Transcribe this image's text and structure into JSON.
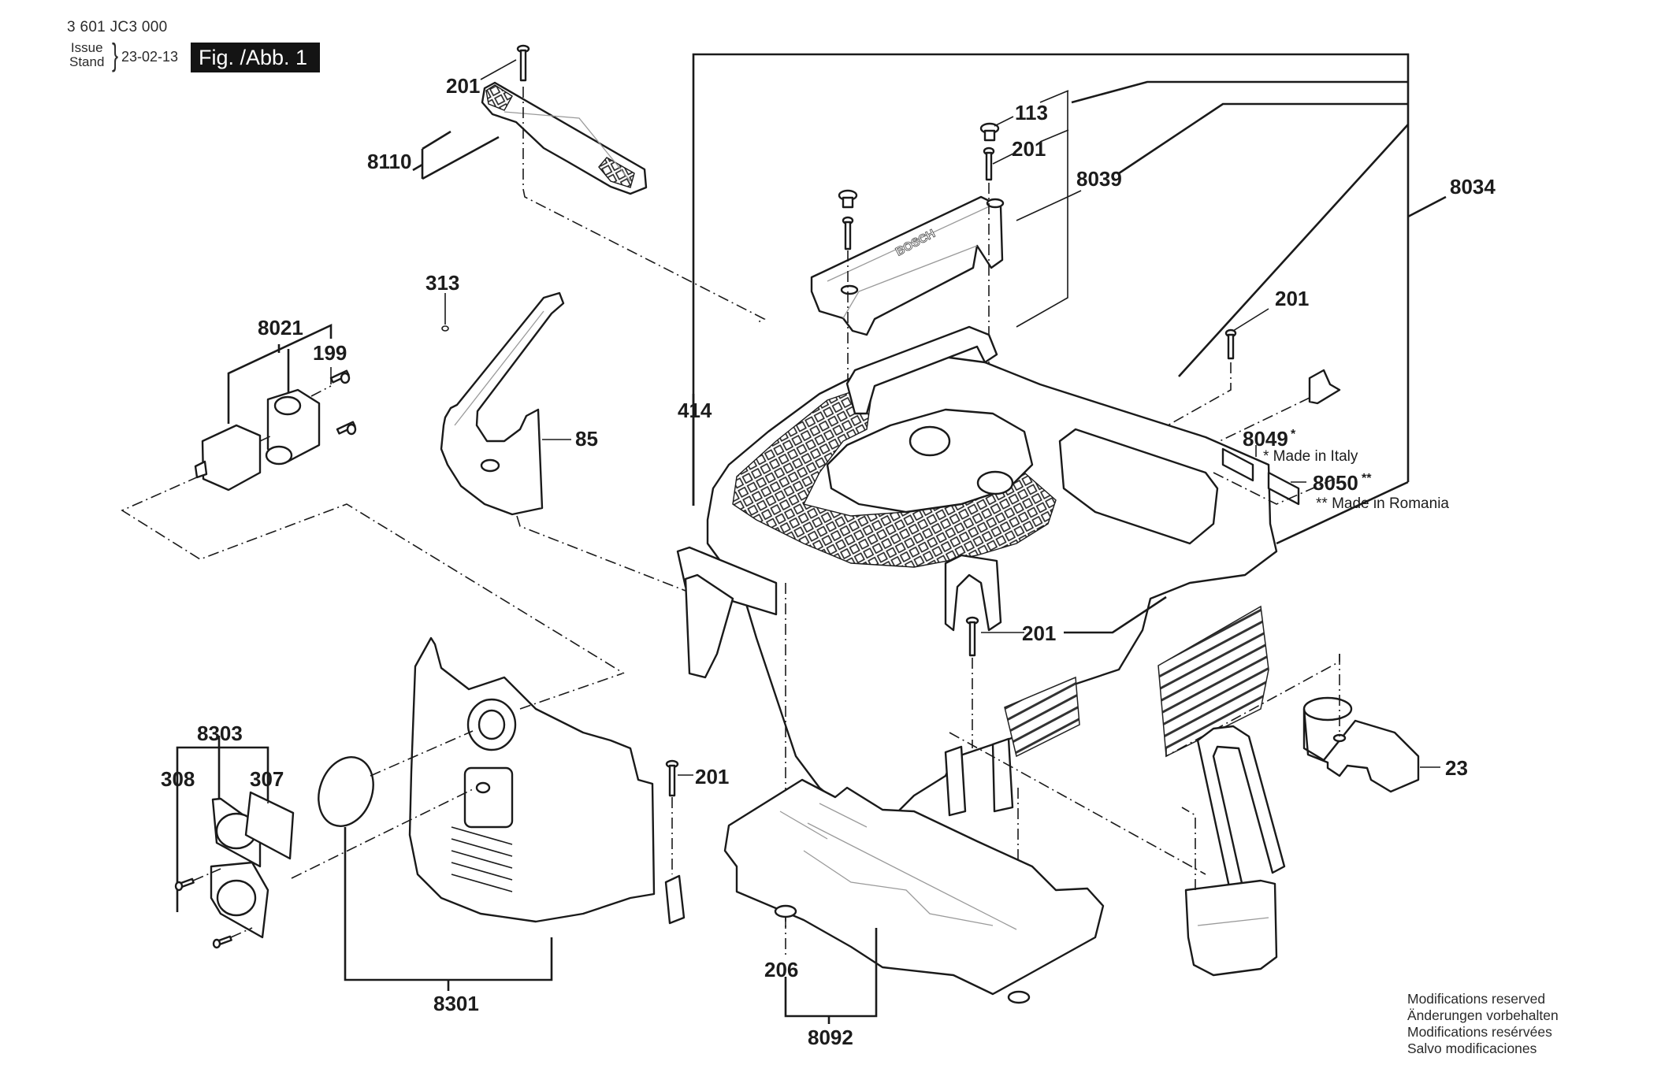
{
  "header": {
    "document_number": "3 601 JC3 000",
    "issue_label": "Issue",
    "stand_label": "Stand",
    "issue_date": "23-02-13",
    "figure_label": "Fig. /Abb. 1"
  },
  "footer": {
    "modifications": [
      "Modifications reserved",
      "Änderungen vorbehalten",
      "Modifications resérvées",
      "Salvo modificaciones"
    ]
  },
  "notes": {
    "made_in_italy": "* Made in Italy",
    "made_in_romania": "** Made in Romania",
    "single_star": "*",
    "double_star": "**"
  },
  "parts": {
    "p201_a": "201",
    "p8110": "8110",
    "p113": "113",
    "p201_b": "201",
    "p8039": "8039",
    "p8034": "8034",
    "p201_c": "201",
    "p313": "313",
    "p8021": "8021",
    "p199": "199",
    "p414": "414",
    "p85": "85",
    "p8049": "8049",
    "p8050": "8050",
    "p201_d": "201",
    "p8303": "8303",
    "p308": "308",
    "p307": "307",
    "p201_e": "201",
    "p23": "23",
    "p206": "206",
    "p8301": "8301",
    "p8092": "8092"
  }
}
